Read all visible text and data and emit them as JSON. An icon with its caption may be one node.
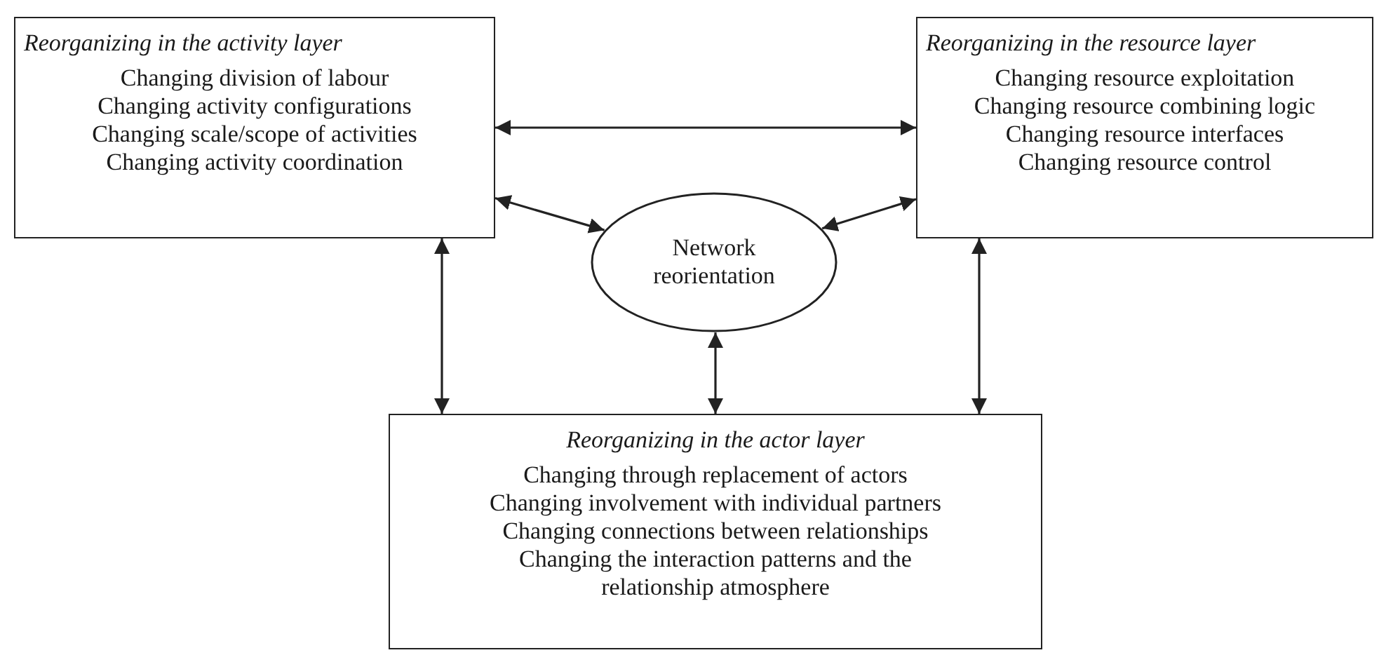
{
  "diagram": {
    "nodes": [
      {
        "text": [
          "Reorganizing in the activity layer",
          "Changing division of labour",
          "Changing activity configurations",
          "Changing scale/scope of activities",
          "Changing activity coordination"
        ]
      },
      {
        "text": [
          "Reorganizing in the resource layer",
          "Changing resource exploitation",
          "Changing resource combining logic",
          "Changing resource interfaces",
          "Changing resource control"
        ]
      },
      {
        "text": [
          "Network reorientation"
        ]
      },
      {
        "text": [
          "Reorganizing in the actor layer",
          "Changing through replacement of actors",
          "Changing involvement with individual partners",
          "Changing connections between relationships",
          "Changing the interaction patterns and the relationship atmosphere"
        ]
      }
    ],
    "edges": [
      {
        "from": 0,
        "to": 1,
        "arrow": "both"
      },
      {
        "from": 0,
        "to": 2,
        "arrow": "both"
      },
      {
        "from": 2,
        "to": 1,
        "arrow": "both"
      },
      {
        "from": 0,
        "to": 3,
        "arrow": "both"
      },
      {
        "from": 2,
        "to": 3,
        "arrow": "both"
      },
      {
        "from": 1,
        "to": 3,
        "arrow": "both"
      }
    ]
  }
}
